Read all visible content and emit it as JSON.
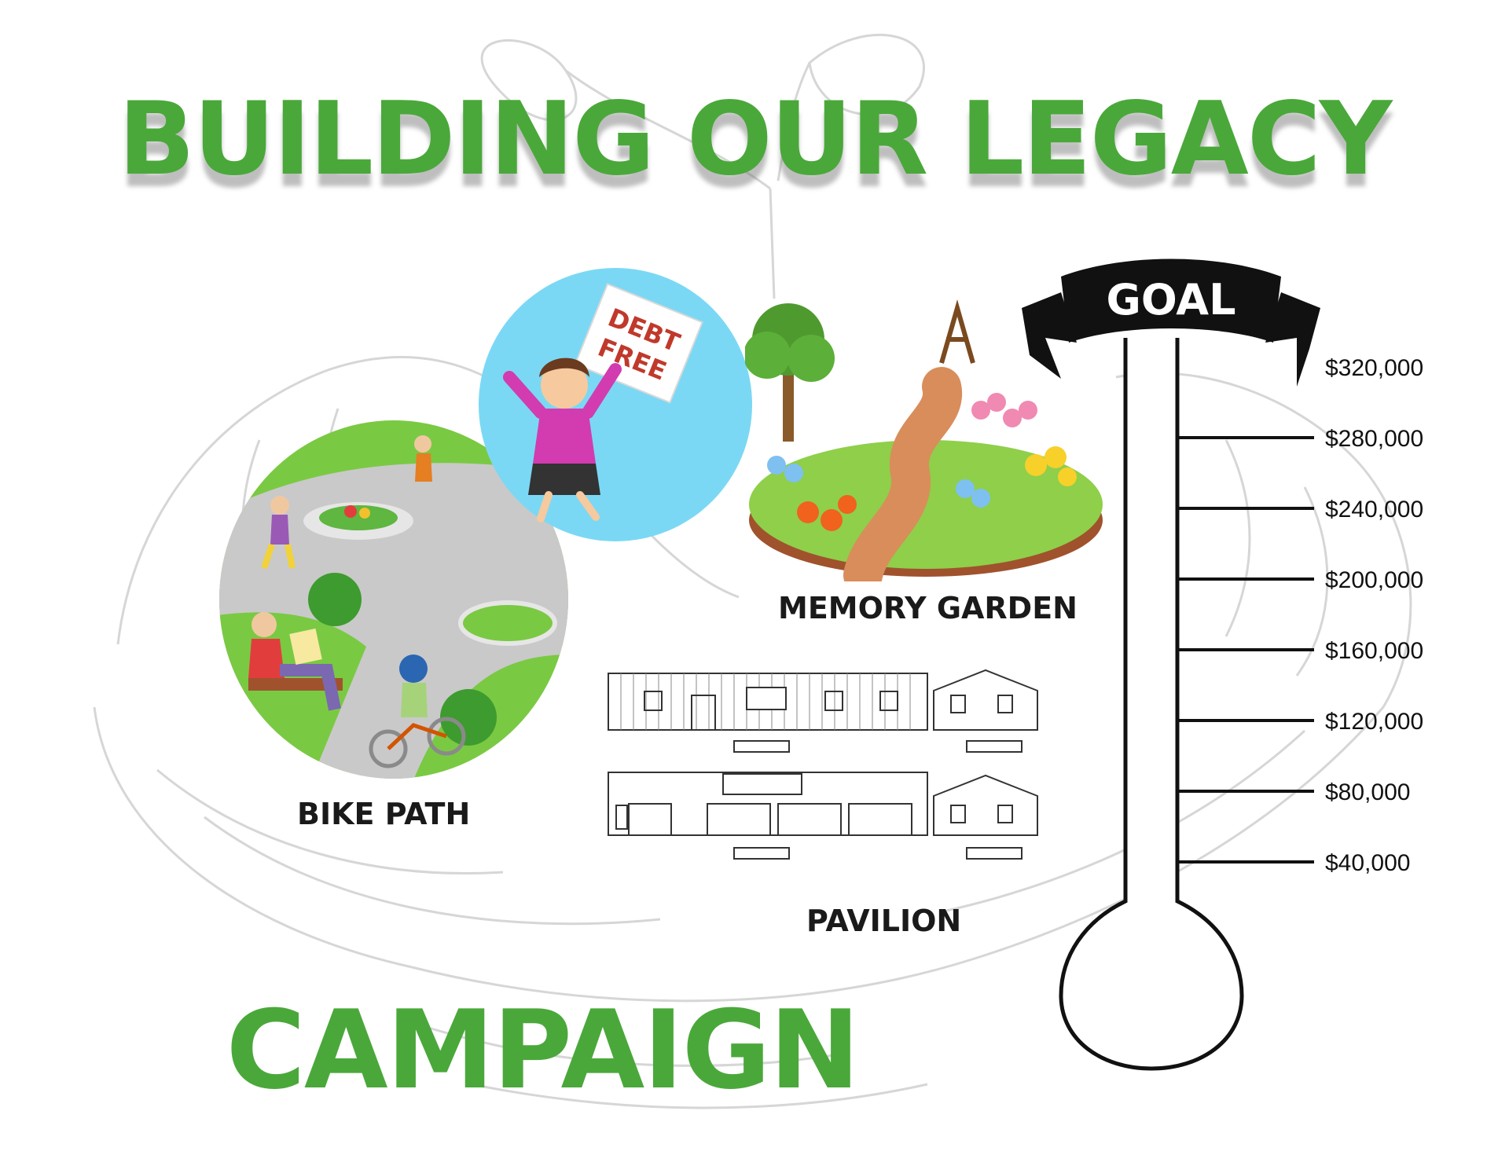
{
  "title_top": "BUILDING OUR LEGACY",
  "title_bottom": "CAMPAIGN",
  "captions": {
    "bike_path": "BIKE PATH",
    "memory_garden": "MEMORY GARDEN",
    "pavilion": "PAVILION"
  },
  "debt_sign": {
    "line1": "DEBT",
    "line2": "FREE"
  },
  "thermometer": {
    "banner": "GOAL",
    "progress_fraction": 0,
    "scale_labels": [
      "$320,000",
      "$280,000",
      "$240,000",
      "$200,000",
      "$160,000",
      "$120,000",
      "$80,000",
      "$40,000"
    ]
  },
  "colors": {
    "title_green": "#4aa83a",
    "caption_text": "#1a1a1a",
    "banner_black": "#111111",
    "sky_blue": "#7bd8f4"
  },
  "icons": [
    "hands-holding-seedling-watermark",
    "bike-path-illustration",
    "debt-free-celebration-illustration",
    "memory-garden-illustration",
    "pavilion-blueprint-illustration",
    "goal-thermometer"
  ]
}
